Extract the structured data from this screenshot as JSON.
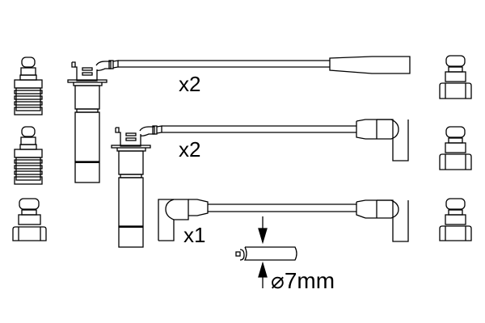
{
  "diagram": {
    "type": "ignition-lead-set-technical-drawing",
    "stroke_color": "#000000",
    "background": "#ffffff",
    "leads": [
      {
        "id": "lead-1",
        "connector_type": "straight-coil-boot-to-straight-plug-boot",
        "quantity": "x2"
      },
      {
        "id": "lead-2",
        "connector_type": "straight-coil-boot-to-angled-plug-boot",
        "quantity": "x2"
      },
      {
        "id": "lead-3",
        "connector_type": "angled-boot-to-angled-boot",
        "quantity": "x1"
      }
    ],
    "cable": {
      "diameter_label": "⌀7mm"
    },
    "terminals_left": [
      {
        "id": "left-1",
        "type": "ribbed-terminal"
      },
      {
        "id": "left-2",
        "type": "ribbed-terminal"
      },
      {
        "id": "left-3",
        "type": "plain-terminal"
      }
    ],
    "terminals_right": [
      {
        "id": "right-1",
        "type": "plain-terminal"
      },
      {
        "id": "right-2",
        "type": "plain-terminal"
      },
      {
        "id": "right-3",
        "type": "plain-terminal"
      }
    ]
  }
}
